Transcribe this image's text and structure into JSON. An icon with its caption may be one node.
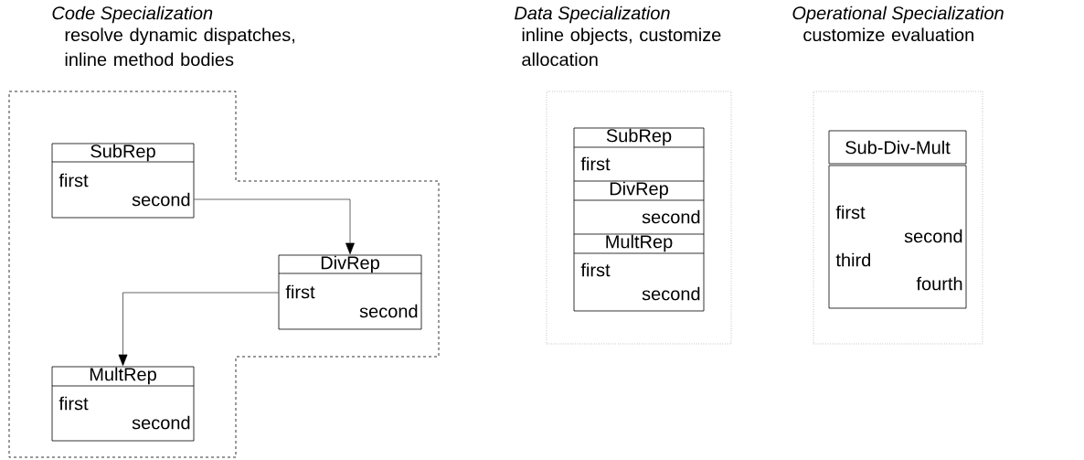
{
  "diagram": {
    "nodes": [
      {
        "text": [
          "Code Specialization",
          "resolve dynamic dispatches, inline method bodies"
        ]
      },
      {
        "text": [
          "SubRep",
          "first",
          "second"
        ],
        "in": 0
      },
      {
        "text": [
          "DivRep",
          "first",
          "second"
        ],
        "in": 0
      },
      {
        "text": [
          "MultRep",
          "first",
          "second"
        ],
        "in": 0
      },
      {
        "text": [
          "Data Specialization",
          "inline objects, customize allocation"
        ]
      },
      {
        "text": [
          "SubRep",
          "first",
          "DivRep",
          "second",
          "MultRep",
          "first",
          "second"
        ],
        "in": 4
      },
      {
        "text": [
          "Operational Specialization",
          "customize evaluation"
        ]
      },
      {
        "text": [
          "Sub-Div-Mult"
        ],
        "in": 6
      },
      {
        "text": [
          "first",
          "second",
          "third",
          "fourth"
        ],
        "in": 6
      }
    ],
    "edges": [
      {
        "from": 1,
        "to": 2,
        "arrow": "to"
      },
      {
        "from": 2,
        "to": 3,
        "arrow": "to"
      }
    ]
  }
}
